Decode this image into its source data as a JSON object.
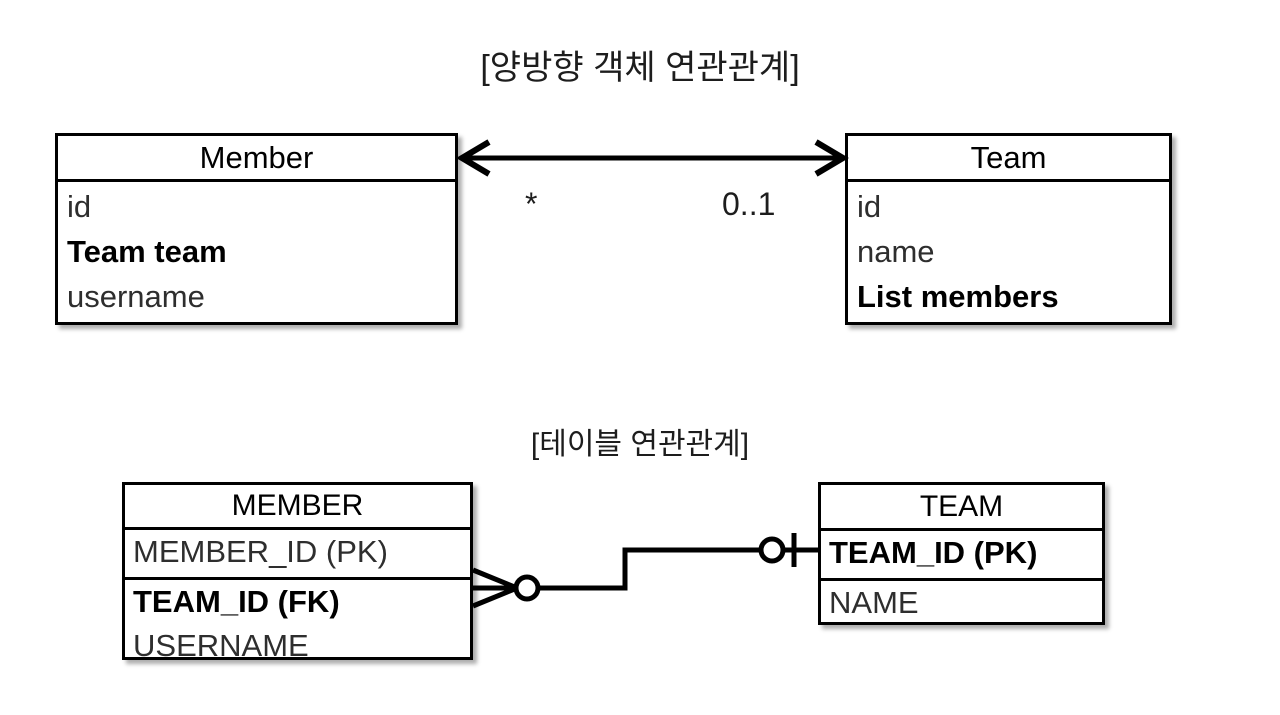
{
  "page": {
    "background": "#ffffff",
    "ink": "#000000",
    "attribute_color": "#2e2e2e"
  },
  "object_model": {
    "title": "[양방향 객체 연관관계]",
    "classes": [
      {
        "name": "Member",
        "attributes": [
          {
            "text": "id",
            "bold": false
          },
          {
            "text": "Team team",
            "bold": true
          },
          {
            "text": "username",
            "bold": false
          }
        ]
      },
      {
        "name": "Team",
        "attributes": [
          {
            "text": "id",
            "bold": false
          },
          {
            "text": "name",
            "bold": false
          },
          {
            "text": "List members",
            "bold": true
          }
        ]
      }
    ],
    "association": {
      "style": "bidirectional-double-arrow",
      "source_multiplicity": "*",
      "target_multiplicity": "0..1"
    }
  },
  "table_model": {
    "title": "[테이블 연관관계]",
    "tables": [
      {
        "name": "MEMBER",
        "sections": [
          [
            {
              "text": "MEMBER_ID (PK)",
              "bold": false
            }
          ],
          [
            {
              "text": "TEAM_ID (FK)",
              "bold": true
            },
            {
              "text": "USERNAME",
              "bold": false
            }
          ]
        ]
      },
      {
        "name": "TEAM",
        "sections": [
          [
            {
              "text": "TEAM_ID (PK)",
              "bold": true
            }
          ],
          [
            {
              "text": "NAME",
              "bold": false
            }
          ]
        ]
      }
    ],
    "relationship": {
      "style": "crows-foot",
      "member_side": "zero-or-many",
      "team_side": "zero-or-one"
    }
  }
}
